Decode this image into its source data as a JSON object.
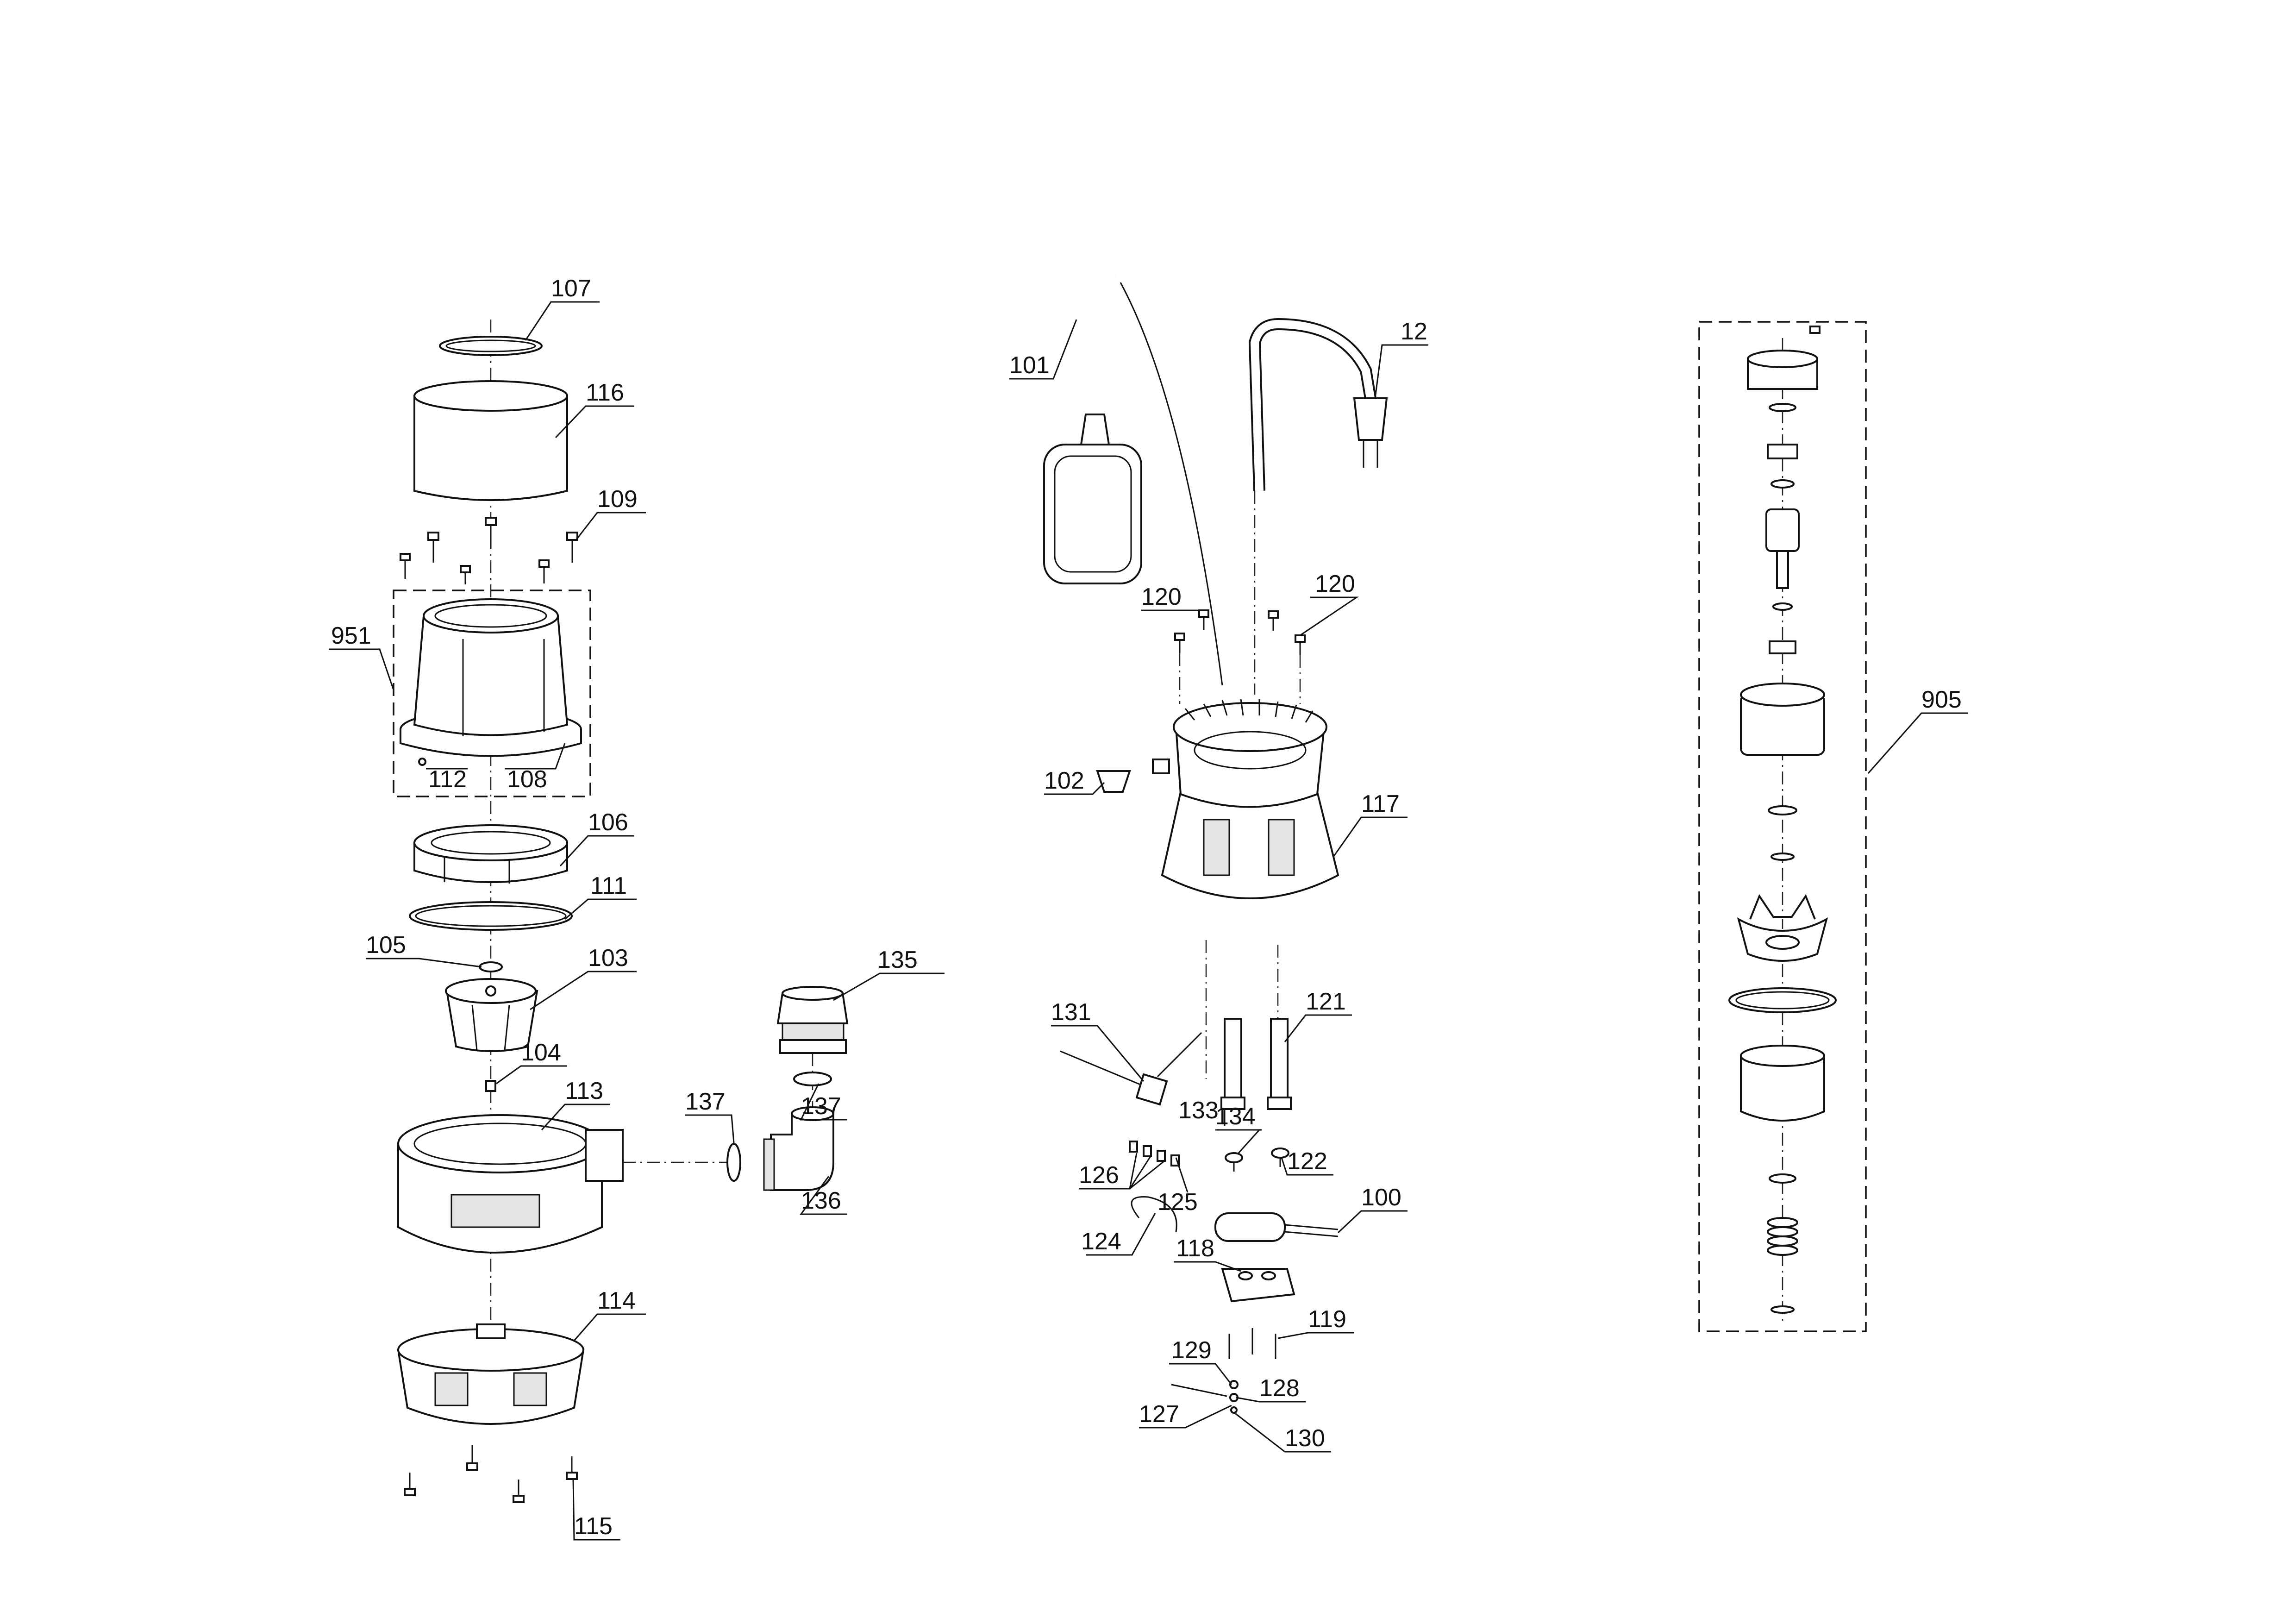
{
  "diagram": {
    "type": "exploded-parts-view",
    "line_color": "#111111",
    "background": "#ffffff",
    "labels": {
      "p107": "107",
      "p116": "116",
      "p109": "109",
      "p951": "951",
      "p112": "112",
      "p108": "108",
      "p106": "106",
      "p111": "111",
      "p105": "105",
      "p103": "103",
      "p104": "104",
      "p113": "113",
      "p114": "114",
      "p115": "115",
      "p135": "135",
      "p137a": "137",
      "p137b": "137",
      "p136": "136",
      "p101": "101",
      "p12": "12",
      "p120a": "120",
      "p120b": "120",
      "p102": "102",
      "p117": "117",
      "p131": "131",
      "p121": "121",
      "p133": "133",
      "p134": "134",
      "p126": "126",
      "p125": "125",
      "p122": "122",
      "p100": "100",
      "p124": "124",
      "p118": "118",
      "p119": "119",
      "p129": "129",
      "p128": "128",
      "p127": "127",
      "p130": "130",
      "p905": "905"
    }
  }
}
